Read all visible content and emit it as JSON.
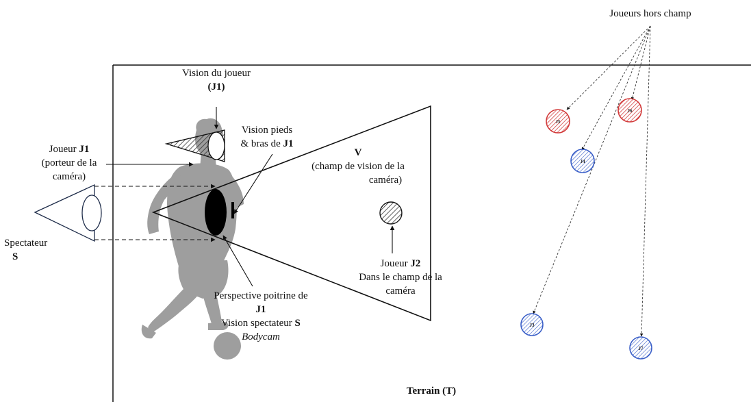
{
  "labels": {
    "offfield_title": "Joueurs hors champ",
    "player_vision_line1": "Vision du joueur",
    "player_vision_line2": "(J1)",
    "feet_arms_line1": "Vision pieds",
    "feet_arms_line2": "& bras de",
    "feet_arms_bold": "J1",
    "joueur_prefix": "Joueur",
    "joueur_bold": "J1",
    "joueur_line2": "(porteur de la",
    "joueur_line3": "caméra)",
    "v_letter": "V",
    "v_line1": "(champ de vision de la",
    "v_line2": "caméra)",
    "spectateur_line1": "Spectateur",
    "spectateur_line2": "S",
    "j2_prefix": "Joueur",
    "j2_bold": "J2",
    "j2_line2": "Dans le champ de la",
    "j2_line3": "caméra",
    "chest_line1": "Perspective poitrine de",
    "chest_line2": "J1",
    "chest_line3_prefix": "Vision spectateur",
    "chest_line3_bold": "S",
    "chest_line4": "Bodycam",
    "field": "Terrain (T)"
  },
  "players": [
    {
      "id": "J5",
      "team": "red"
    },
    {
      "id": "J6",
      "team": "red"
    },
    {
      "id": "J4",
      "team": "blue"
    },
    {
      "id": "J3",
      "team": "blue"
    },
    {
      "id": "J7",
      "team": "blue"
    }
  ],
  "colors": {
    "red_team": "#d23a3a",
    "blue_team": "#3a5fc8",
    "silhouette": "#9e9e9e",
    "line": "#111111"
  }
}
